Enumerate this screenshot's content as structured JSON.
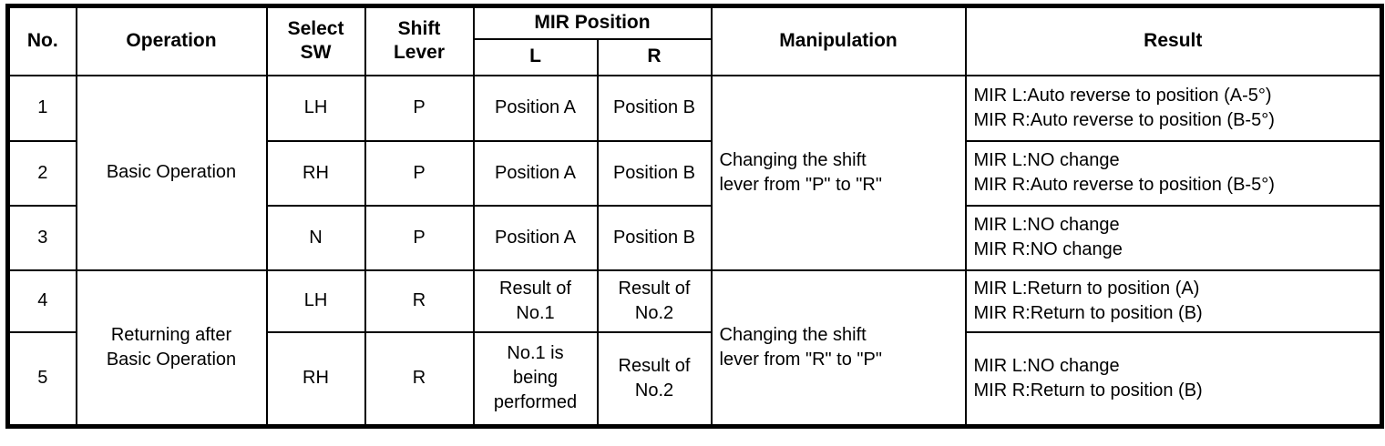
{
  "table": {
    "headers": {
      "no": "No.",
      "operation": "Operation",
      "select_sw": "Select\nSW",
      "shift_lever": "Shift\nLever",
      "mir_position": "MIR Position",
      "mir_l": "L",
      "mir_r": "R",
      "manipulation": "Manipulation",
      "result": "Result"
    },
    "groups": [
      {
        "operation": "Basic Operation",
        "manipulation": "Changing the shift\nlever from \"P\" to \"R\""
      },
      {
        "operation": "Returning after\nBasic Operation",
        "manipulation": "Changing the shift\nlever from \"R\" to \"P\""
      }
    ],
    "rows": [
      {
        "no": "1",
        "select_sw": "LH",
        "shift_lever": "P",
        "mir_l": "Position A",
        "mir_r": "Position B",
        "result": "MIR L:Auto reverse to position (A-5°)\nMIR R:Auto reverse to position (B-5°)"
      },
      {
        "no": "2",
        "select_sw": "RH",
        "shift_lever": "P",
        "mir_l": "Position A",
        "mir_r": "Position B",
        "result": "MIR L:NO change\nMIR R:Auto reverse to position (B-5°)"
      },
      {
        "no": "3",
        "select_sw": "N",
        "shift_lever": "P",
        "mir_l": "Position A",
        "mir_r": "Position B",
        "result": "MIR L:NO change\nMIR R:NO change"
      },
      {
        "no": "4",
        "select_sw": "LH",
        "shift_lever": "R",
        "mir_l": "Result of\nNo.1",
        "mir_r": "Result of\nNo.2",
        "result": "MIR L:Return to position (A)\nMIR R:Return to position (B)"
      },
      {
        "no": "5",
        "select_sw": "RH",
        "shift_lever": "R",
        "mir_l": "No.1 is\nbeing\nperformed",
        "mir_r": "Result of\nNo.2",
        "result": "MIR L:NO change\nMIR R:Return to position (B)"
      }
    ],
    "colors": {
      "border": "#000000",
      "text": "#000000",
      "background": "#ffffff"
    }
  }
}
